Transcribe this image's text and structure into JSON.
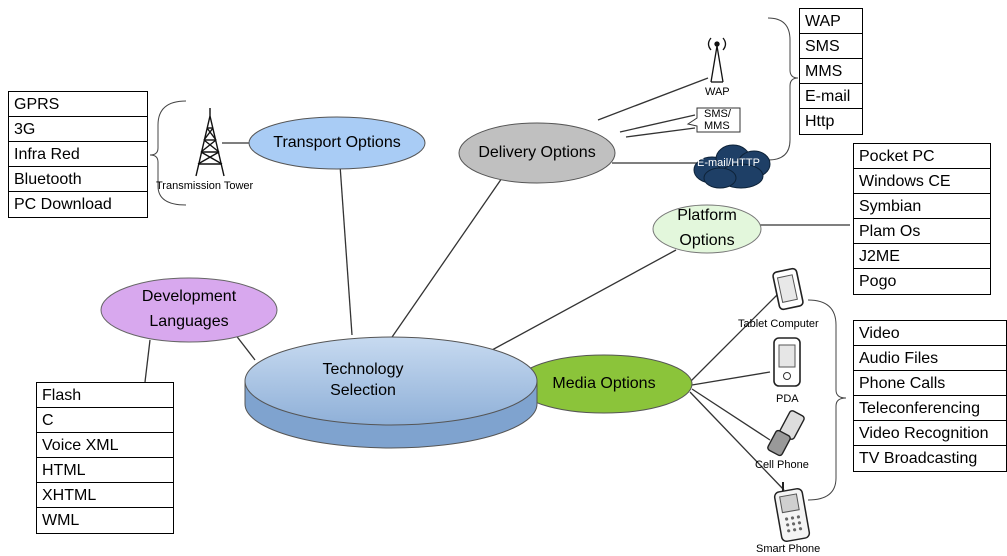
{
  "center": {
    "line1": "Technology",
    "line2": "Selection"
  },
  "transport": {
    "label": "Transport Options",
    "tower_caption": "Transmission Tower",
    "items": [
      "GPRS",
      "3G",
      "Infra Red",
      "Bluetooth",
      "PC Download"
    ]
  },
  "delivery": {
    "label": "Delivery Options",
    "wap_caption": "WAP",
    "sms_caption_1": "SMS/",
    "sms_caption_2": "MMS",
    "cloud_caption": "E-mail/HTTP",
    "items": [
      "WAP",
      "SMS",
      "MMS",
      "E-mail",
      "Http"
    ]
  },
  "platform": {
    "line1": "Platform",
    "line2": "Options",
    "items": [
      "Pocket PC",
      "Windows CE",
      "Symbian",
      "Plam Os",
      "J2ME",
      "Pogo"
    ]
  },
  "development": {
    "line1": "Development",
    "line2": "Languages",
    "items": [
      "Flash",
      "C",
      "Voice XML",
      "HTML",
      "XHTML",
      "WML"
    ]
  },
  "media": {
    "label": "Media Options",
    "devices": [
      "Tablet Computer",
      "PDA",
      "Cell Phone",
      "Smart Phone"
    ],
    "items": [
      "Video",
      "Audio Files",
      "Phone Calls",
      "Teleconferencing",
      "Video Recognition",
      "TV Broadcasting"
    ]
  },
  "colors": {
    "center_fill": "#a9c4e4",
    "transport_fill": "#a9ccf5",
    "delivery_fill": "#c0c0c0",
    "platform_fill": "#e3f7dc",
    "development_fill": "#d8a8ee",
    "media_fill": "#8bc43a",
    "cloud_fill": "#1e3f66"
  }
}
